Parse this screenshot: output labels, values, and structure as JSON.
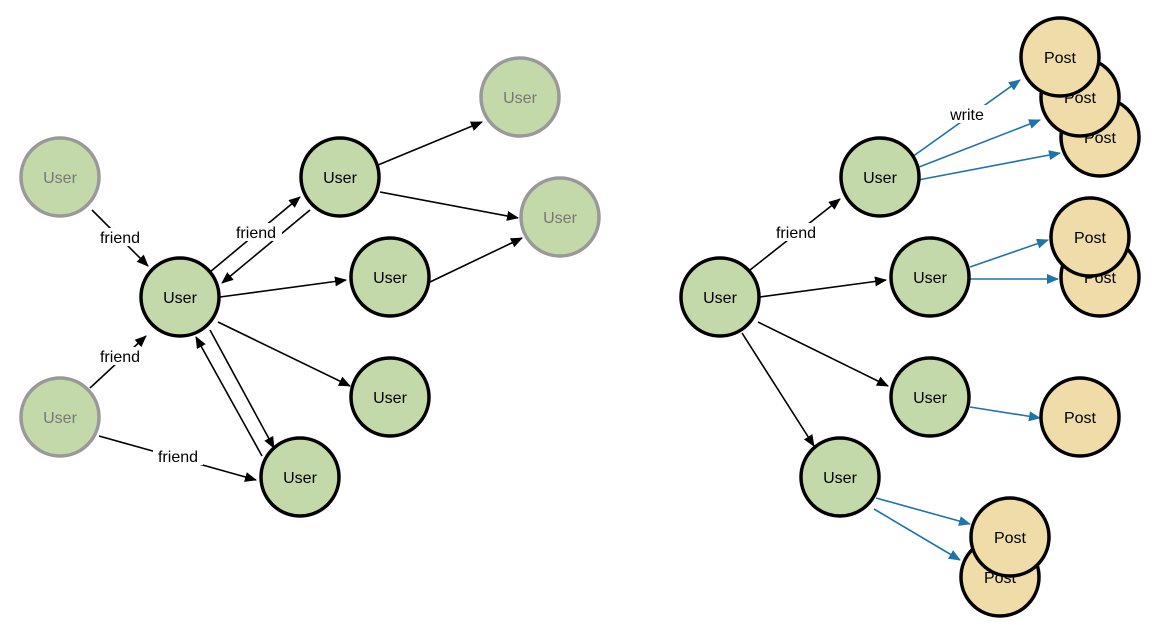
{
  "colors": {
    "user_fill": "#c3d9a9",
    "user_stroke": "#000000",
    "user_faded_stroke": "#999999",
    "user_faded_text": "#777777",
    "post_fill": "#efdca9",
    "post_stroke": "#000000",
    "edge_black": "#000000",
    "edge_blue": "#1e73a8"
  },
  "labels": {
    "user": "User",
    "post": "Post",
    "friend": "friend",
    "write": "write"
  }
}
